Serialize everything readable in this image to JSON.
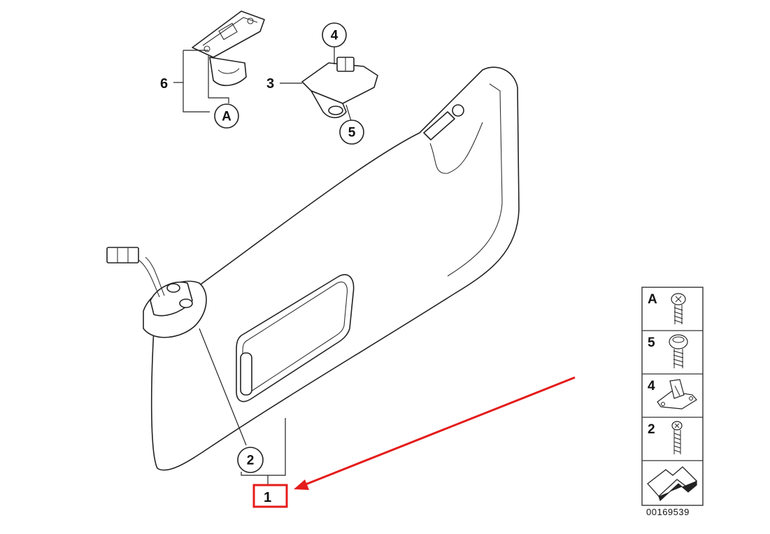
{
  "callouts": {
    "plain": {
      "six": "6",
      "three": "3",
      "one": "1"
    },
    "circled": {
      "a": "A",
      "four": "4",
      "five": "5",
      "two": "2"
    }
  },
  "parts_key": {
    "rows": [
      {
        "label": "A",
        "icon": "screw-icon"
      },
      {
        "label": "5",
        "icon": "screw-icon"
      },
      {
        "label": "4",
        "icon": "clip-icon"
      },
      {
        "label": "2",
        "icon": "screw-icon"
      }
    ],
    "last_icon": "arrow-icon"
  },
  "diagram_number": "00169539",
  "annotation": {
    "color": "#e41c1c"
  }
}
